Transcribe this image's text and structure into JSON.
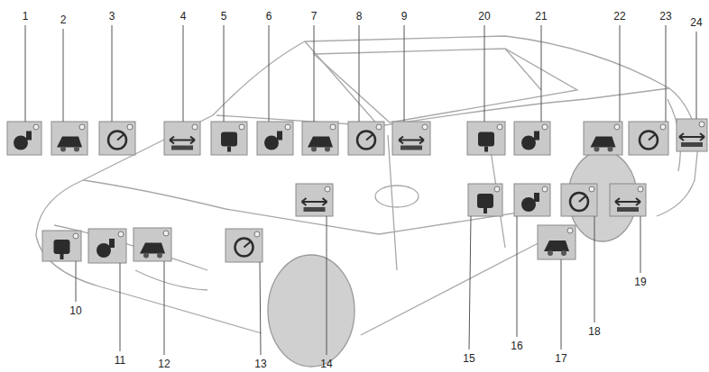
{
  "diagram": {
    "labels": [
      "1",
      "2",
      "3",
      "4",
      "5",
      "6",
      "7",
      "8",
      "9",
      "20",
      "21",
      "22",
      "23",
      "24",
      "10",
      "11",
      "12",
      "13",
      "14",
      "15",
      "16",
      "17",
      "18",
      "19"
    ]
  }
}
